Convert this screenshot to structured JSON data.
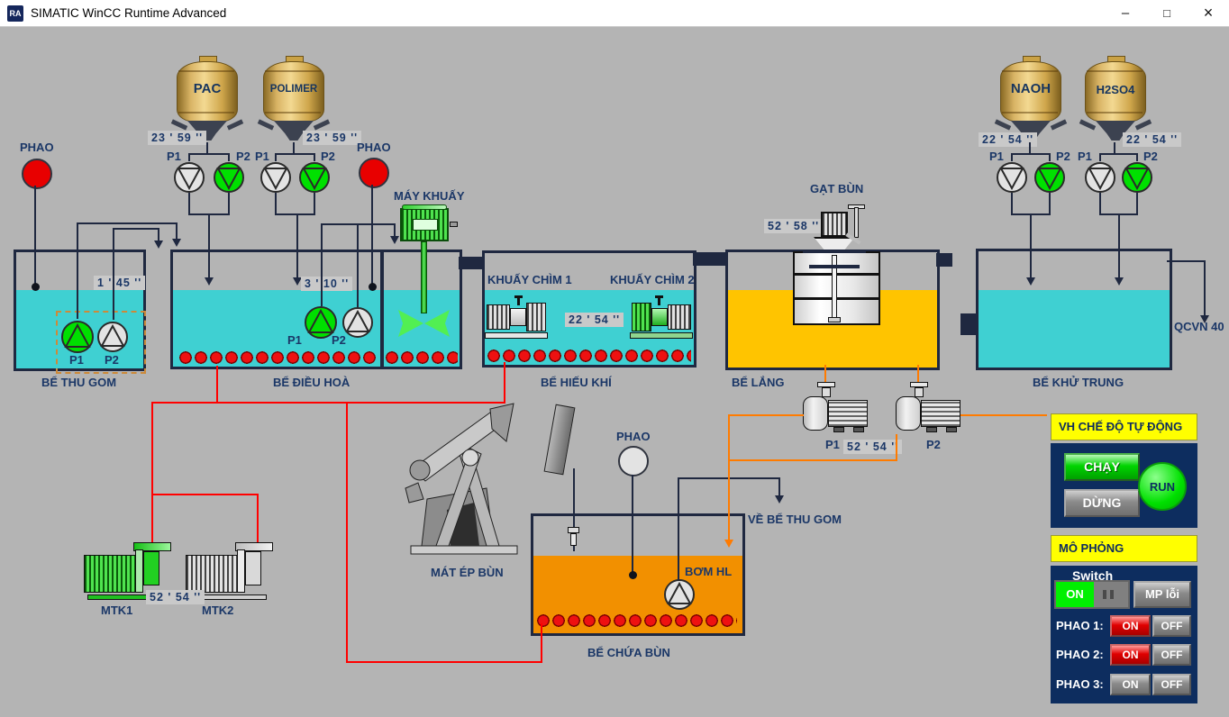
{
  "window": {
    "title": "SIMATIC WinCC Runtime Advanced",
    "icon_text": "RA",
    "minimize": "–",
    "maximize": "□",
    "close": "×"
  },
  "common": {
    "p1": "P1",
    "p2": "P2",
    "phao": "PHAO"
  },
  "stations": {
    "pac": {
      "name": "PAC",
      "timer": "23 ' 59 ''"
    },
    "polimer": {
      "name": "POLIMER",
      "timer": "23 ' 59 ''"
    },
    "naoh": {
      "name": "NAOH",
      "timer": "22 ' 54 ''"
    },
    "h2so4": {
      "name": "H2SO4",
      "timer": "22 ' 54 ''"
    }
  },
  "tanks": {
    "thu_gom": {
      "label": "BỂ THU GOM",
      "timer": "1 ' 45 ''"
    },
    "dieu_hoa": {
      "label": "BỂ ĐIỀU HOÀ",
      "timer": "3 ' 10 ''",
      "mixer": "MÁY KHUẤY"
    },
    "hieu_khi": {
      "label": "BỂ HIẾU KHÍ",
      "timer": "22 ' 54 ''",
      "mixer1": "KHUẤY CHÌM 1",
      "mixer2": "KHUẤY CHÌM 2"
    },
    "lang": {
      "label": "BỂ LẮNG",
      "timer": "52 ' 58 ''",
      "scraper": "GẠT BÙN",
      "pump_timer": "52 ' 54 ''"
    },
    "khu_trung": {
      "label": "BỂ KHỬ TRUNG",
      "outflow": "QCVN 40"
    },
    "chua_bun": {
      "label": "BỂ CHỨA BÙN",
      "pump": "BƠM HL",
      "return_line": "VỀ BỂ THU GOM"
    }
  },
  "blowers": {
    "mtk1": "MTK1",
    "mtk2": "MTK2",
    "timer": "52 ' 54 ''"
  },
  "press": {
    "label": "MÁT ÉP BÙN"
  },
  "auto_panel": {
    "title": "VH CHẾ ĐỘ TỰ ĐỘNG",
    "start": "CHẠY",
    "stop": "DỪNG",
    "lamp": "RUN"
  },
  "sim_panel": {
    "title": "MÔ PHỎNG",
    "switch_label": "Switch",
    "switch_on": "ON",
    "fault": "MP lỗi",
    "rows": [
      {
        "label": "PHAO 1:",
        "on": "ON",
        "off": "OFF"
      },
      {
        "label": "PHAO 2:",
        "on": "ON",
        "off": "OFF"
      },
      {
        "label": "PHAO 3:",
        "on": "ON",
        "off": "OFF"
      }
    ]
  },
  "colors": {
    "water_cyan": "#3fd0d2",
    "water_yellow": "#ffc400",
    "water_sludge": "#f29000",
    "pump_on_green": "#00e000",
    "alarm_red": "#e80000",
    "pipe_red": "#ff0000",
    "pipe_orange": "#ff7b00",
    "panel_navy": "#0d2d5f",
    "header_yellow": "#ffff00"
  }
}
